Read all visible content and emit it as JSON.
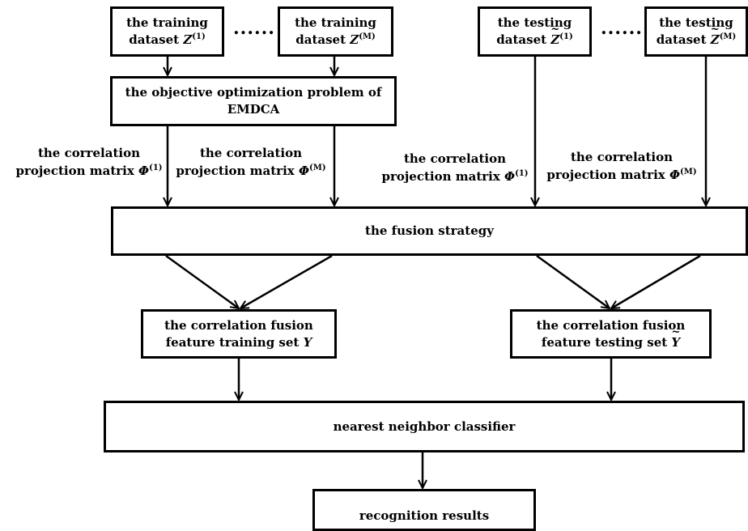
{
  "train_box_1": {
    "line1": "the training",
    "line2": "dataset",
    "var": "Z",
    "sup": "(1)"
  },
  "train_box_m": {
    "line1": "the training",
    "line2": "dataset",
    "var": "Z",
    "sup": "(M)"
  },
  "test_box_1": {
    "line1": "the testing",
    "line2": "dataset",
    "var": "Z",
    "sup": "(1)"
  },
  "test_box_m": {
    "line1": "the testing",
    "line2": "dataset",
    "var": "Z",
    "sup": "(M)"
  },
  "ellipsis": "......",
  "objective_box": {
    "line1": "the objective optimization problem of",
    "line2": "EMDCA"
  },
  "labels": {
    "train_phi_1": {
      "line1": "the correlation",
      "line2": "projection matrix",
      "var": "Φ",
      "sup": "(1)"
    },
    "train_phi_m": {
      "line1": "the correlation",
      "line2": "projection matrix",
      "var": "Φ",
      "sup": "(M)"
    },
    "test_phi_1": {
      "line1": "the correlation",
      "line2": "projection matrix",
      "var": "Φ",
      "sup": "(1)"
    },
    "test_phi_m": {
      "line1": "the correlation",
      "line2": "projection matrix",
      "var": "Φ",
      "sup": "(M)"
    }
  },
  "fusion_box": "the fusion strategy",
  "train_feature_box": {
    "line1": "the correlation fusion",
    "line2": "feature training set",
    "var": "Y"
  },
  "test_feature_box": {
    "line1": "the correlation fusion",
    "line2": "feature testing set",
    "var": "Y"
  },
  "classifier_box": "nearest neighbor classifier",
  "result_box": "recognition results"
}
